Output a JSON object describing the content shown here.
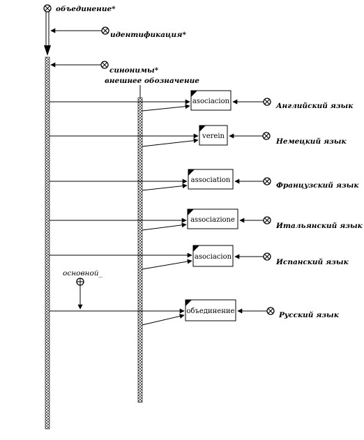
{
  "root": {
    "label": "объединение*"
  },
  "relations": {
    "identification": "идентификация*",
    "synonyms": "синонимы*",
    "external_designation": "внешнее обозначение",
    "main": "основной_"
  },
  "terms": [
    {
      "text": "asociacion",
      "language": "Английский язык"
    },
    {
      "text": "verein",
      "language": "Немецкий язык"
    },
    {
      "text": "association",
      "language": "Французский язык"
    },
    {
      "text": "associazione",
      "language": "Итальянский язык"
    },
    {
      "text": "asociacion",
      "language": "Испанский язык"
    },
    {
      "text": "объединение",
      "language": "Русский язык"
    }
  ]
}
